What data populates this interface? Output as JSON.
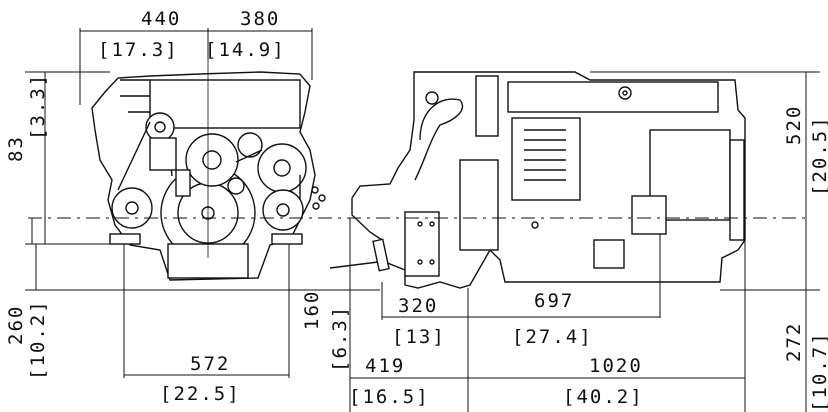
{
  "front_view": {
    "dim_width_left": "440",
    "dim_width_left_in": "[17.3]",
    "dim_width_right": "380",
    "dim_width_right_in": "[14.9]",
    "dim_top": "83",
    "dim_top_in": "[3.3]",
    "dim_bottom": "260",
    "dim_bottom_in": "[10.2]",
    "dim_mount": "572",
    "dim_mount_in": "[22.5]"
  },
  "side_view": {
    "dim_drop": "160",
    "dim_drop_in": "[6.3]",
    "dim_flywheel": "320",
    "dim_flywheel_in": "[13]",
    "dim_mount_span": "697",
    "dim_mount_span_in": "[27.4]",
    "dim_front_offset": "419",
    "dim_front_offset_in": "[16.5]",
    "dim_length": "1020",
    "dim_length_in": "[40.2]",
    "dim_height_top": "520",
    "dim_height_top_in": "[20.5]",
    "dim_height_bottom": "272",
    "dim_height_bottom_in": "[10.7]"
  }
}
